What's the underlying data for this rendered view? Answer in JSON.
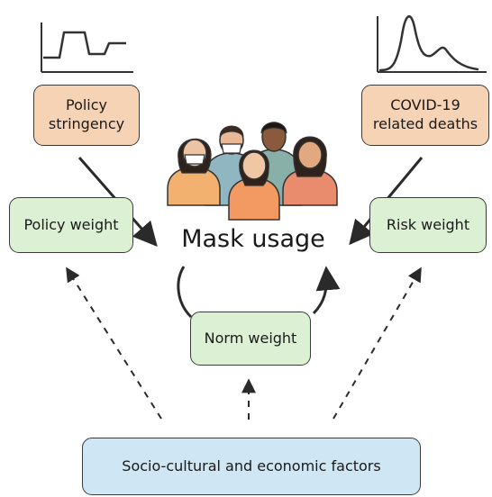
{
  "nodes": {
    "policy_stringency": "Policy\nstringency",
    "covid_deaths": "COVID-19\nrelated deaths",
    "policy_weight": "Policy weight",
    "risk_weight": "Risk weight",
    "mask_usage": "Mask usage",
    "norm_weight": "Norm weight",
    "socio_factors": "Socio-cultural and economic factors"
  },
  "colors": {
    "input_box": "#f6d3b5",
    "weight_box": "#dcf1d3",
    "factor_box": "#cfe6f5",
    "arrow": "#2a2a2a"
  },
  "icons": {
    "stringency_sparkline": "step-line-chart-icon",
    "deaths_sparkline": "peaked-line-chart-icon",
    "people_group": "group-of-people-with-masks-icon"
  }
}
